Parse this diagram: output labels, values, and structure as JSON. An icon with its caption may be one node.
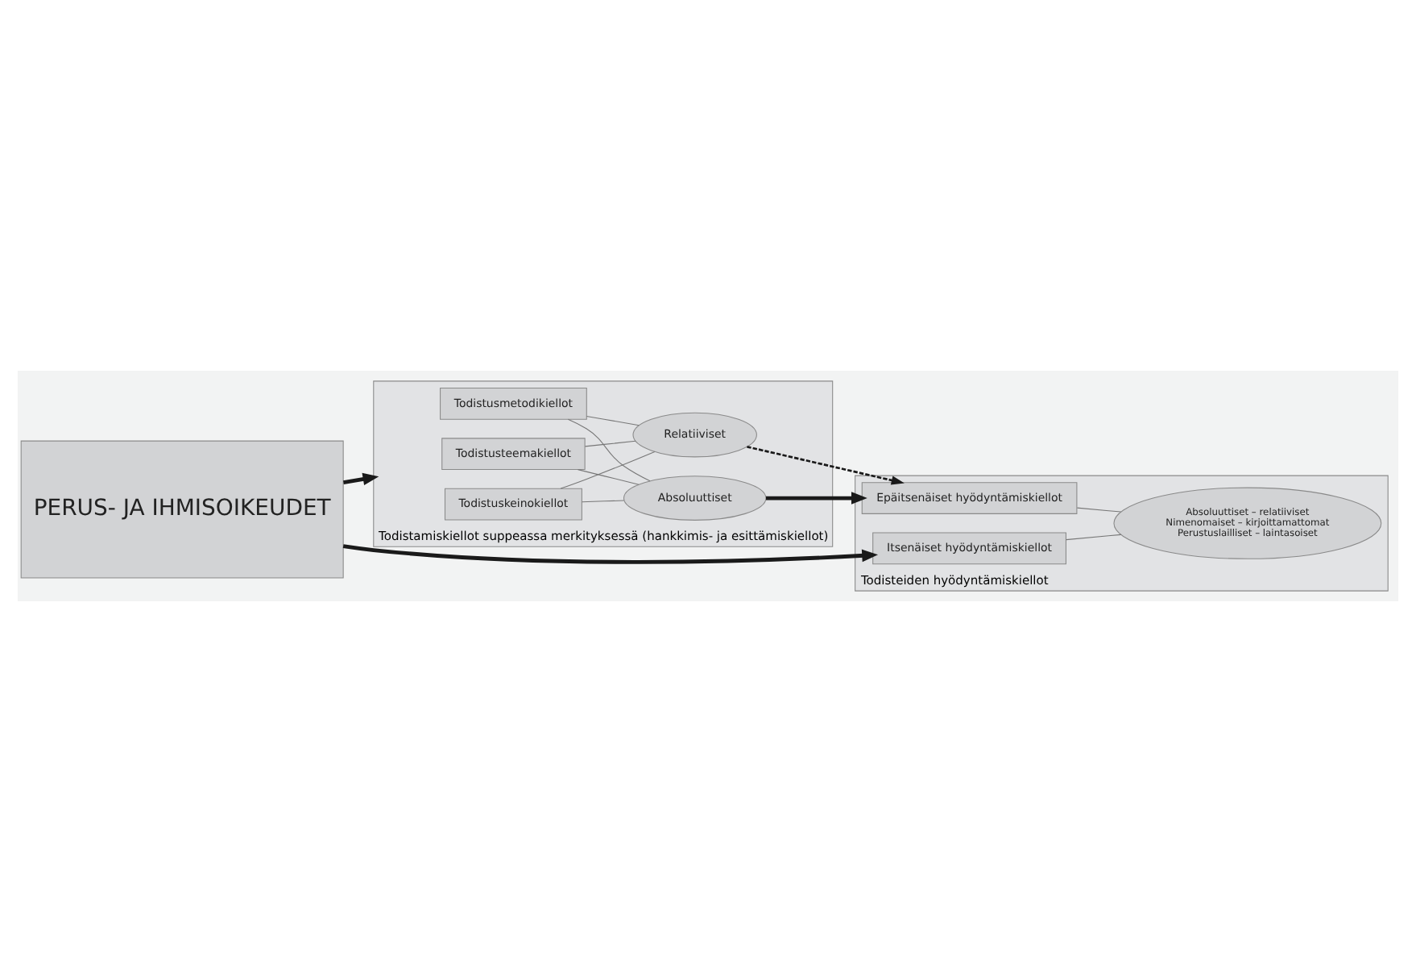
{
  "diagram": {
    "nodes": [
      {
        "text": [
          "Todistamiskiellot suppeassa merkityksessä (hankkimis- ja esittämiskiellot)"
        ]
      },
      {
        "text": [
          "Todistusteemakiellot"
        ],
        "in": 0
      },
      {
        "text": [
          "Todistuskeinokiellot"
        ],
        "in": 0
      },
      {
        "text": [
          "Todistusmetodikiellot"
        ],
        "in": 0
      },
      {
        "text": [
          "Absoluuttiset"
        ],
        "in": 0
      },
      {
        "text": [
          "Relatiiviset"
        ],
        "in": 0
      },
      {
        "text": [
          "PERUS- JA IHMISOIKEUDET"
        ]
      },
      {
        "text": [
          "Todisteiden hyödyntämiskiellot"
        ]
      },
      {
        "text": [
          "Epäitsenäiset hyödyntämiskiellot"
        ],
        "in": 7
      },
      {
        "text": [
          "Itsenäiset hyödyntämiskiellot"
        ],
        "in": 7
      },
      {
        "text": [
          "Absoluuttiset – relatiiviset",
          "Nimenomaiset – kirjoittamattomat",
          "Perustuslailliset – laintasoiset"
        ],
        "in": 7
      }
    ],
    "edges": [
      {
        "from": 1,
        "to": 4,
        "arrow": "none"
      },
      {
        "from": 1,
        "to": 5,
        "arrow": "none"
      },
      {
        "from": 2,
        "to": 4,
        "arrow": "none"
      },
      {
        "from": 2,
        "to": 5,
        "arrow": "none"
      },
      {
        "from": 3,
        "to": 4,
        "arrow": "none"
      },
      {
        "from": 3,
        "to": 5,
        "arrow": "none"
      },
      {
        "from": 4,
        "to": 8,
        "arrow": "to",
        "style": "thick",
        "color": "#1a1a1a"
      },
      {
        "from": 5,
        "to": 8,
        "arrow": "to",
        "style": "dashed",
        "color": "#1a1a1a"
      },
      {
        "from": 6,
        "to": 9,
        "arrow": "to",
        "style": "thick",
        "color": "#1a1a1a"
      },
      {
        "from": 6,
        "to": 0,
        "arrow": "to",
        "style": "thick",
        "color": "#1a1a1a"
      },
      {
        "from": 8,
        "to": 10,
        "arrow": "none"
      },
      {
        "from": 9,
        "to": 10,
        "arrow": "none"
      }
    ]
  }
}
